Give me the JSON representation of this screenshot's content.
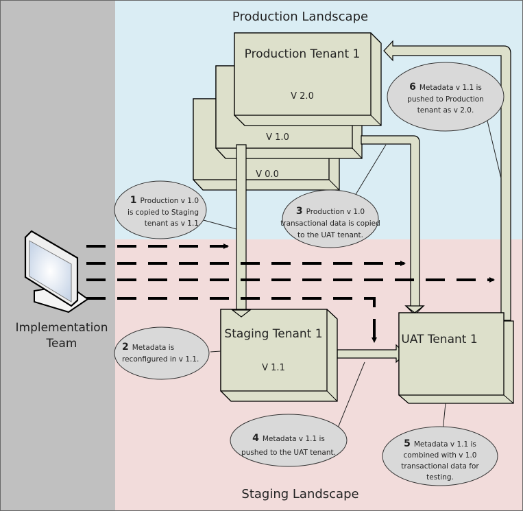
{
  "colors": {
    "team_panel": "#c0c0c0",
    "production_bg": "#daedf4",
    "staging_bg": "#f2dcdb",
    "box_fill": "#dde0cb",
    "callout_fill": "#d9d9d9",
    "line": "#000000"
  },
  "landscapes": {
    "production": "Production Landscape",
    "staging": "Staging Landscape"
  },
  "team": {
    "icon": "computer-monitor-icon",
    "label_line1": "Implementation",
    "label_line2": "Team"
  },
  "tenants": {
    "production": {
      "name": "Production Tenant 1",
      "versions": [
        "V 2.0",
        "V 1.0",
        "V 0.0"
      ]
    },
    "staging": {
      "name": "Staging Tenant 1",
      "version": "V 1.1"
    },
    "uat": {
      "name": "UAT Tenant 1"
    }
  },
  "callouts": [
    {
      "num": "1",
      "lines": [
        "Production v 1.0",
        "is copied to Staging",
        "tenant as v 1.1"
      ]
    },
    {
      "num": "2",
      "lines": [
        "Metadata is",
        "reconfigured in v 1.1."
      ]
    },
    {
      "num": "3",
      "lines": [
        "Production v 1.0",
        "transactional data is copied",
        "to the UAT tenant."
      ]
    },
    {
      "num": "4",
      "lines": [
        "Metadata v 1.1 is",
        "pushed to the UAT tenant."
      ]
    },
    {
      "num": "5",
      "lines": [
        "Metadata v 1.1 is",
        "combined with v 1.0",
        "transactional  data for",
        "testing."
      ]
    },
    {
      "num": "6",
      "lines": [
        "Metadata v 1.1 is",
        "pushed to Production",
        "tenant as v 2.0."
      ]
    }
  ]
}
